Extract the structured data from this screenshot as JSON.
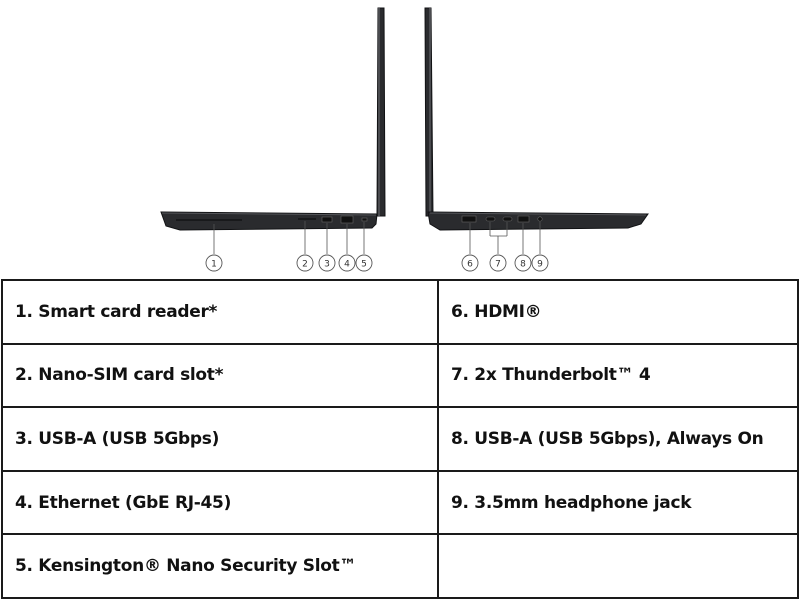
{
  "callouts": [
    "1",
    "2",
    "3",
    "4",
    "5",
    "6",
    "7",
    "8",
    "9"
  ],
  "table": {
    "rows": [
      [
        "1. Smart card reader*",
        "6. HDMI®"
      ],
      [
        "2. Nano-SIM card slot*",
        "7. 2x Thunderbolt™ 4"
      ],
      [
        "3. USB-A (USB 5Gbps)",
        "8. USB-A (USB 5Gbps), Always On"
      ],
      [
        "4. Ethernet (GbE RJ-45)",
        "9. 3.5mm headphone jack"
      ],
      [
        "5. Kensington® Nano Security Slot™",
        ""
      ]
    ]
  },
  "colors": {
    "laptop_body": "#2a2b2e",
    "laptop_edge": "#111214",
    "border": "#1a1a1a",
    "callout_line": "#555555"
  }
}
